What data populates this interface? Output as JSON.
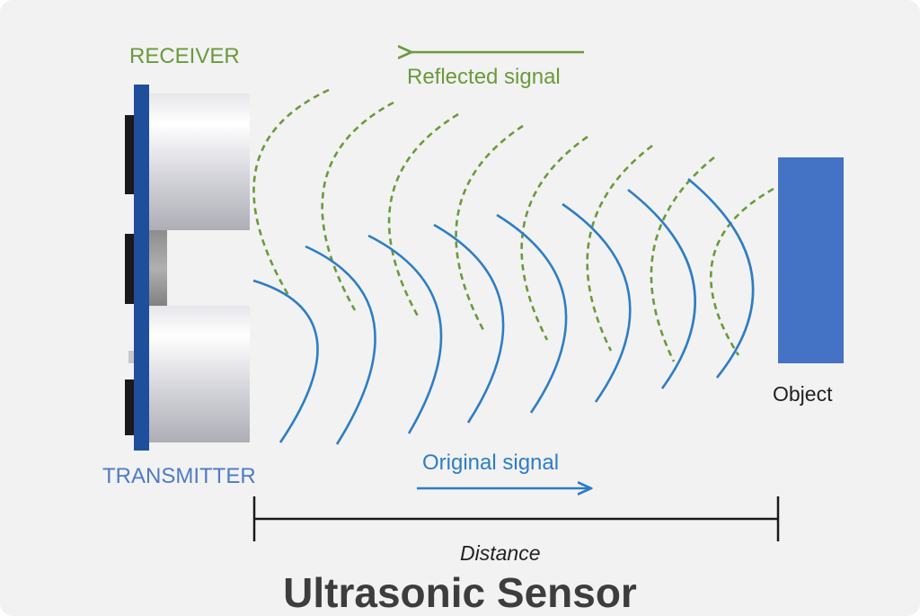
{
  "labels": {
    "receiver": "RECEIVER",
    "reflected_signal": "Reflected signal",
    "transmitter": "TRANSMITTER",
    "original_signal": "Original signal",
    "object": "Object",
    "distance": "Distance",
    "title": "Ultrasonic Sensor"
  },
  "colors": {
    "background": "#f2f2f2",
    "receiver_text": "#6a9a3c",
    "reflected_wave": "#6a9a3c",
    "transmitter_text": "#4f7bc4",
    "original_wave": "#2e7dc4",
    "object_block": "#4472c4",
    "sensor_board": "#1f4e9c",
    "title_text": "#3d3d3d"
  },
  "icons": {
    "sensor": "ultrasonic-sensor-icon",
    "object": "object-block-icon"
  }
}
